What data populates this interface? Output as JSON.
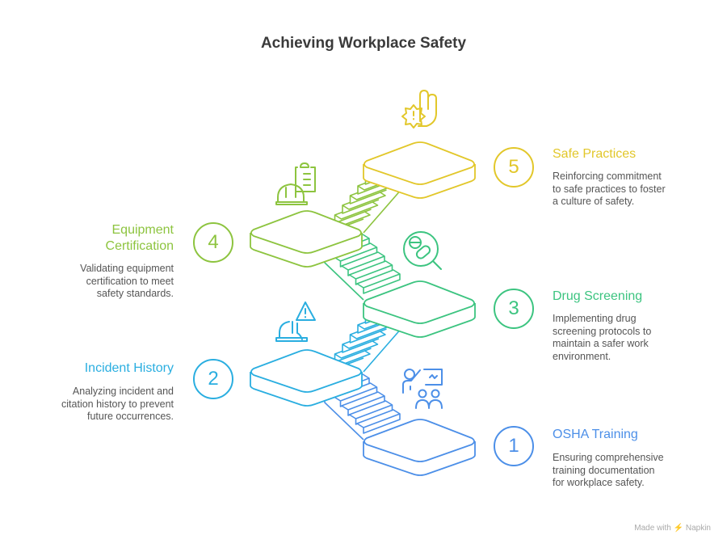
{
  "title": "Achieving Workplace Safety",
  "steps": [
    {
      "number": "1",
      "title_lines": [
        "OSHA Training"
      ],
      "desc_lines": [
        "Ensuring comprehensive",
        "training documentation",
        "for workplace safety."
      ],
      "color": "#4c8fe8",
      "icon": "trainer-presentation-icon"
    },
    {
      "number": "2",
      "title_lines": [
        "Incident History"
      ],
      "desc_lines": [
        "Analyzing incident and",
        "citation history to prevent",
        "future occurrences."
      ],
      "color": "#2aaee0",
      "icon": "warning-hardhat-icon"
    },
    {
      "number": "3",
      "title_lines": [
        "Drug Screening"
      ],
      "desc_lines": [
        "Implementing drug",
        "screening protocols to",
        "maintain a safer work",
        "environment."
      ],
      "color": "#3cc480",
      "icon": "pill-magnifier-icon"
    },
    {
      "number": "4",
      "title_lines": [
        "Equipment",
        "Certification"
      ],
      "desc_lines": [
        "Validating equipment",
        "certification to meet",
        "safety standards."
      ],
      "color": "#8dc43f",
      "icon": "clipboard-hardhat-icon"
    },
    {
      "number": "5",
      "title_lines": [
        "Safe Practices"
      ],
      "desc_lines": [
        "Reinforcing commitment",
        "to safe practices to foster",
        "a culture of safety."
      ],
      "color": "#e2c72a",
      "icon": "hand-warning-icon"
    }
  ],
  "footer": "Made with ⚡ Napkin"
}
